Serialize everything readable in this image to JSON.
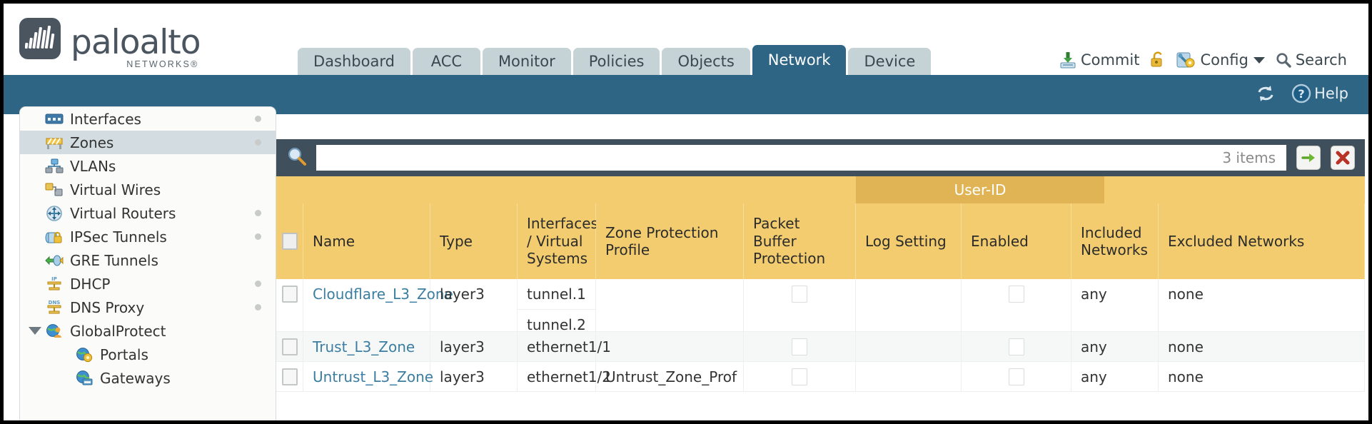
{
  "brand": {
    "name": "paloalto",
    "sub": "NETWORKS",
    "reg": "®"
  },
  "tabs": [
    {
      "label": "Dashboard",
      "active": false
    },
    {
      "label": "ACC",
      "active": false
    },
    {
      "label": "Monitor",
      "active": false
    },
    {
      "label": "Policies",
      "active": false
    },
    {
      "label": "Objects",
      "active": false
    },
    {
      "label": "Network",
      "active": true
    },
    {
      "label": "Device",
      "active": false
    }
  ],
  "topbar": {
    "commit": "Commit",
    "commit_icon": "commit-download-icon",
    "lock_icon": "padlock-icon",
    "config": "Config",
    "config_icon": "config-wrench-gear-icon",
    "config_caret": "chevron-down-icon",
    "search": "Search",
    "search_icon": "magnifier-icon"
  },
  "band": {
    "refresh_icon": "refresh-icon",
    "help": "Help",
    "help_icon": "help-question-icon"
  },
  "sidebar": {
    "items": [
      {
        "label": "Interfaces",
        "icon": "interfaces-icon",
        "dot": true,
        "child": false,
        "selected": false,
        "expand": false
      },
      {
        "label": "Zones",
        "icon": "zones-icon",
        "dot": true,
        "child": false,
        "selected": true,
        "expand": false
      },
      {
        "label": "VLANs",
        "icon": "vlans-icon",
        "dot": false,
        "child": false,
        "selected": false,
        "expand": false
      },
      {
        "label": "Virtual Wires",
        "icon": "virtual-wires-icon",
        "dot": false,
        "child": false,
        "selected": false,
        "expand": false
      },
      {
        "label": "Virtual Routers",
        "icon": "virtual-routers-icon",
        "dot": true,
        "child": false,
        "selected": false,
        "expand": false
      },
      {
        "label": "IPSec Tunnels",
        "icon": "ipsec-tunnels-icon",
        "dot": true,
        "child": false,
        "selected": false,
        "expand": false
      },
      {
        "label": "GRE Tunnels",
        "icon": "gre-tunnels-icon",
        "dot": false,
        "child": false,
        "selected": false,
        "expand": false
      },
      {
        "label": "DHCP",
        "icon": "dhcp-icon",
        "dot": true,
        "child": false,
        "selected": false,
        "expand": false
      },
      {
        "label": "DNS Proxy",
        "icon": "dns-proxy-icon",
        "dot": true,
        "child": false,
        "selected": false,
        "expand": false
      },
      {
        "label": "GlobalProtect",
        "icon": "globalprotect-icon",
        "dot": false,
        "child": false,
        "selected": false,
        "expand": true
      },
      {
        "label": "Portals",
        "icon": "portals-icon",
        "dot": false,
        "child": true,
        "selected": false,
        "expand": false
      },
      {
        "label": "Gateways",
        "icon": "gateways-icon",
        "dot": false,
        "child": true,
        "selected": false,
        "expand": false
      }
    ]
  },
  "toolbar": {
    "search_icon": "magnifier-icon",
    "search_value": "",
    "search_placeholder": "",
    "item_count": "3 items",
    "apply_icon": "green-arrow-apply-icon",
    "clear_icon": "red-x-clear-icon"
  },
  "table": {
    "group_header": {
      "label": "User-ID"
    },
    "columns": [
      "Name",
      "Type",
      "Interfaces / Virtual Systems",
      "Zone Protection Profile",
      "Packet Buffer Protection",
      "Log Setting",
      "Enabled",
      "Included Networks",
      "Excluded Networks"
    ],
    "select_all_checkbox": "select-all-checkbox",
    "rows": [
      {
        "checkbox": false,
        "name": "Cloudflare_L3_Zone",
        "type": "layer3",
        "interfaces": [
          "tunnel.1",
          "tunnel.2"
        ],
        "zone_protection_profile": "",
        "packet_buffer_protection": false,
        "log_setting": "",
        "userid_enabled": false,
        "included_networks": "any",
        "excluded_networks": "none"
      },
      {
        "checkbox": false,
        "name": "Trust_L3_Zone",
        "type": "layer3",
        "interfaces": [
          "ethernet1/1"
        ],
        "zone_protection_profile": "",
        "packet_buffer_protection": false,
        "log_setting": "",
        "userid_enabled": false,
        "included_networks": "any",
        "excluded_networks": "none"
      },
      {
        "checkbox": false,
        "name": "Untrust_L3_Zone",
        "type": "layer3",
        "interfaces": [
          "ethernet1/2"
        ],
        "zone_protection_profile": "Untrust_Zone_Prof",
        "packet_buffer_protection": false,
        "log_setting": "",
        "userid_enabled": false,
        "included_networks": "any",
        "excluded_networks": "none"
      }
    ]
  },
  "colors": {
    "brand_blue": "#2E6484",
    "header_gold": "#F2CC6E",
    "group_gold": "#E0B455",
    "toolbar_slate": "#3F4F5C",
    "tab_inactive": "#C5D2D6",
    "link_blue": "#3B7EA1"
  }
}
